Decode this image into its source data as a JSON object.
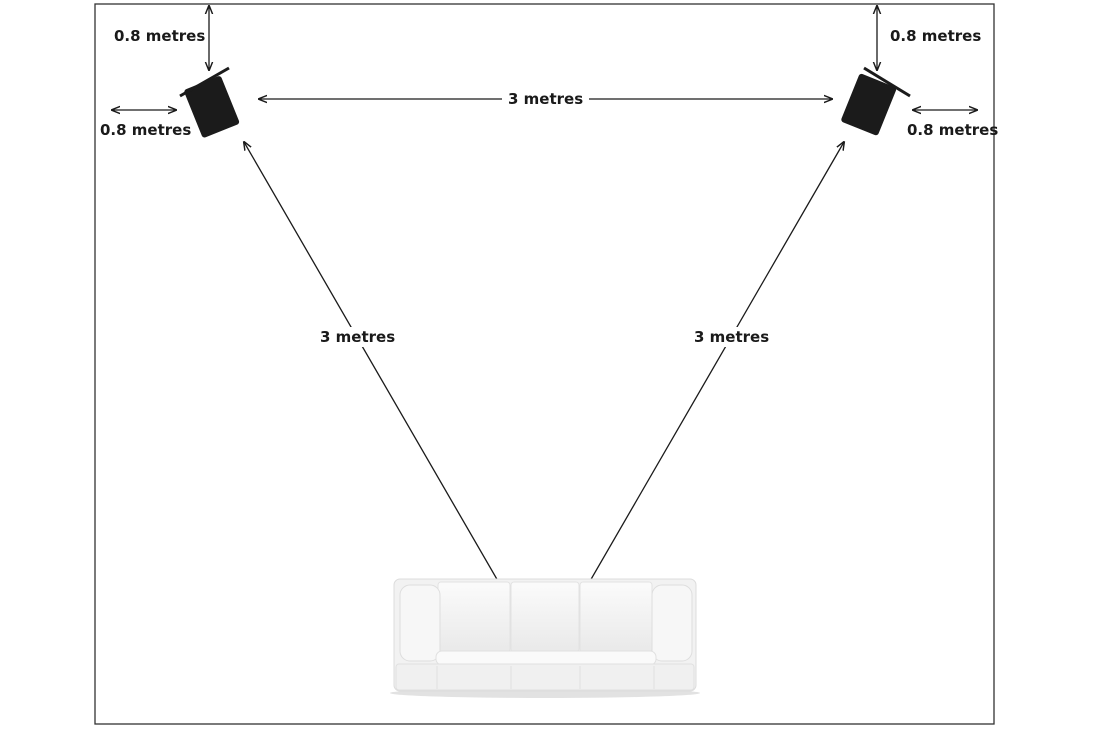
{
  "labels": {
    "left_wall_gap_top": "0.8 metres",
    "left_wall_gap_side": "0.8 metres",
    "right_wall_gap_top": "0.8 metres",
    "right_wall_gap_side": "0.8 metres",
    "speaker_to_speaker": "3 metres",
    "left_speaker_to_listener": "3 metres",
    "right_speaker_to_listener": "3 metres"
  },
  "colors": {
    "room_outline": "#333333",
    "arrow": "#1a1a1a",
    "speaker": "#1b1b1b",
    "sofa_body": "#f2f2f2",
    "sofa_shadow": "#d6d6d6"
  }
}
